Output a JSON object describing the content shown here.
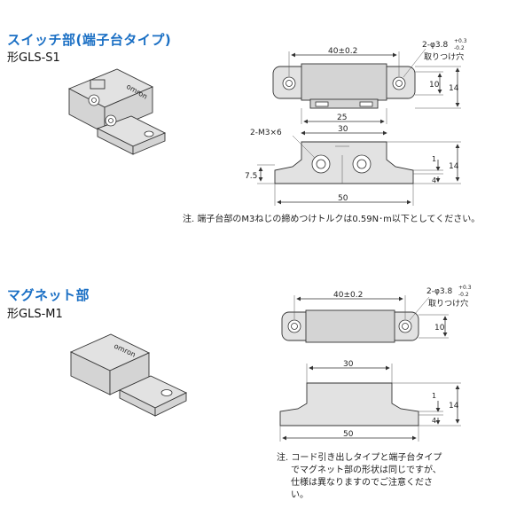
{
  "switch_section": {
    "title": "スイッチ部(端子台タイプ)",
    "model": "形GLS-S1",
    "dimensions": {
      "top_width": "40±0.2",
      "hole": "2-φ3.8",
      "hole_tol_plus": "+0.3",
      "hole_tol_minus": "-0.2",
      "hole_desc": "取りつけ穴",
      "inner_height": "10",
      "outer_height": "14",
      "screw": "2-M3×6",
      "w25": "25",
      "w30": "30",
      "h1": "1",
      "h4": "4",
      "h14": "14",
      "h75": "7.5",
      "w50": "50"
    },
    "note": "注. 端子台部のM3ねじの締めつけトルクは0.59N･m以下としてください。"
  },
  "magnet_section": {
    "title": "マグネット部",
    "model": "形GLS-M1",
    "dimensions": {
      "top_width": "40±0.2",
      "hole": "2-φ3.8",
      "hole_tol_plus": "+0.3",
      "hole_tol_minus": "-0.2",
      "hole_desc": "取りつけ穴",
      "height": "10",
      "w30": "30",
      "h1": "1",
      "h4": "4",
      "h14": "14",
      "w50": "50"
    },
    "note_lines": [
      "注. コード引き出しタイプと端子台タイプ",
      "でマグネット部の形状は同じですが、",
      "仕様は異なりますのでご注意くださ",
      "い。"
    ]
  },
  "brand_label": "omron"
}
